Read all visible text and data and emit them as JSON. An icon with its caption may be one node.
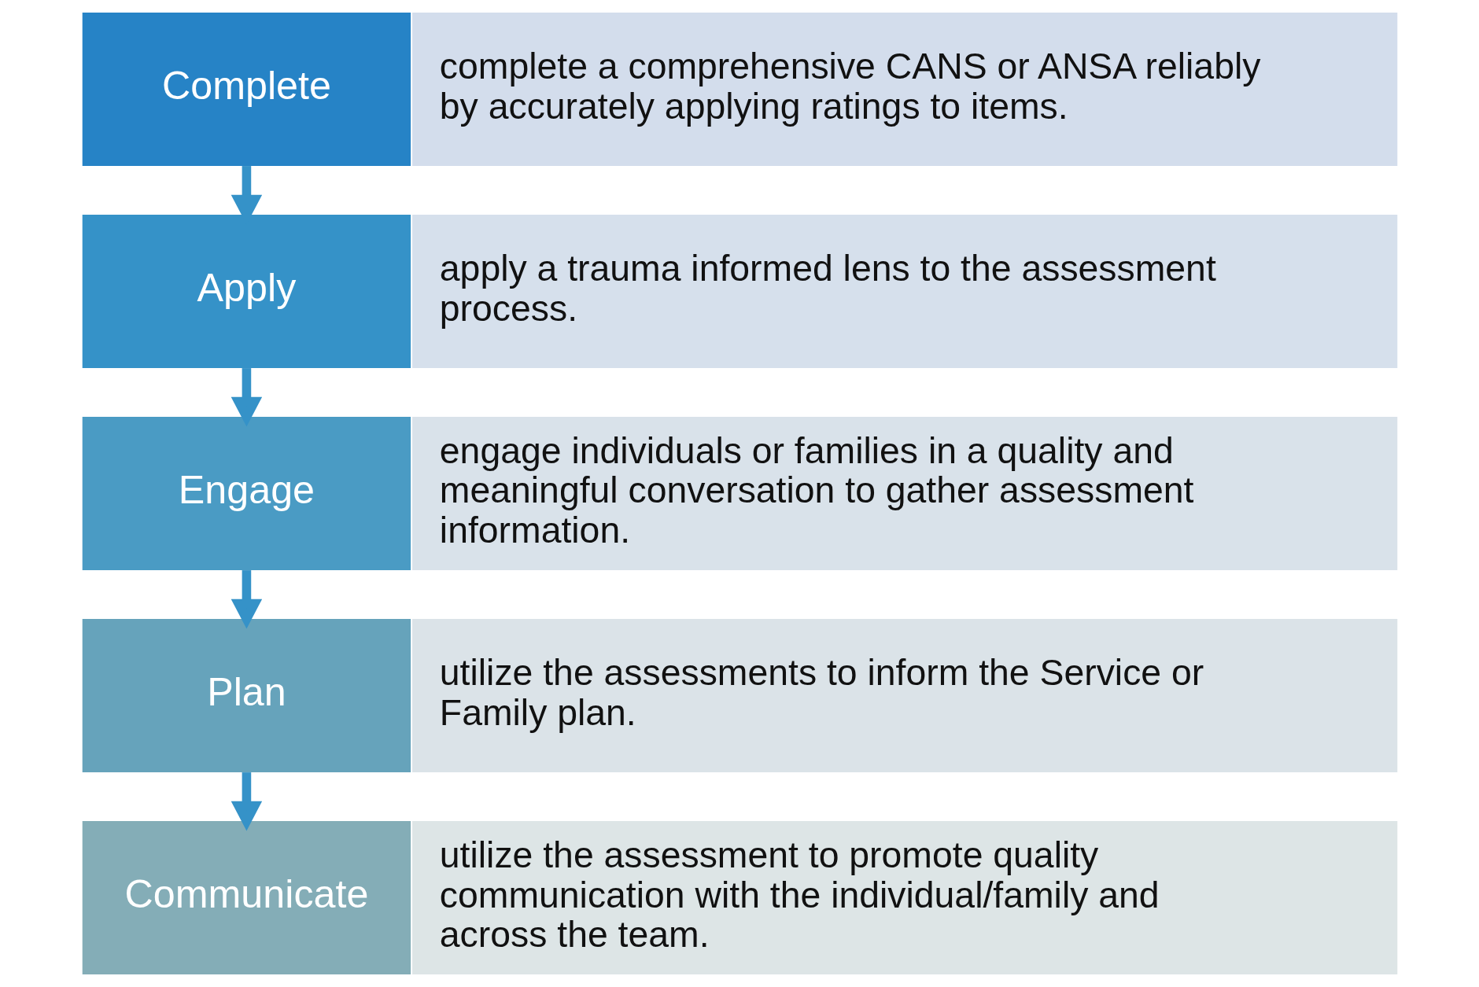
{
  "diagram": {
    "nodes": [
      {
        "text": [
          "Complete"
        ]
      },
      {
        "text": [
          "complete a comprehensive CANS or ANSA reliably by accurately applying ratings to items."
        ]
      },
      {
        "text": [
          "Apply"
        ]
      },
      {
        "text": [
          "apply a trauma informed lens to the assessment process."
        ]
      },
      {
        "text": [
          "Engage"
        ]
      },
      {
        "text": [
          "engage individuals or families in a quality and meaningful conversation to gather assessment information."
        ]
      },
      {
        "text": [
          "Plan"
        ]
      },
      {
        "text": [
          "utilize the assessments to inform the Service or Family plan."
        ]
      },
      {
        "text": [
          "Communicate"
        ]
      },
      {
        "text": [
          "utilize the assessment to promote quality communication with the individual/family and across the team."
        ]
      }
    ],
    "edges": [
      {
        "from": 0,
        "to": 2,
        "arrow": "to"
      },
      {
        "from": 2,
        "to": 4,
        "arrow": "to"
      },
      {
        "from": 4,
        "to": 6,
        "arrow": "to"
      },
      {
        "from": 6,
        "to": 8,
        "arrow": "to"
      }
    ]
  }
}
